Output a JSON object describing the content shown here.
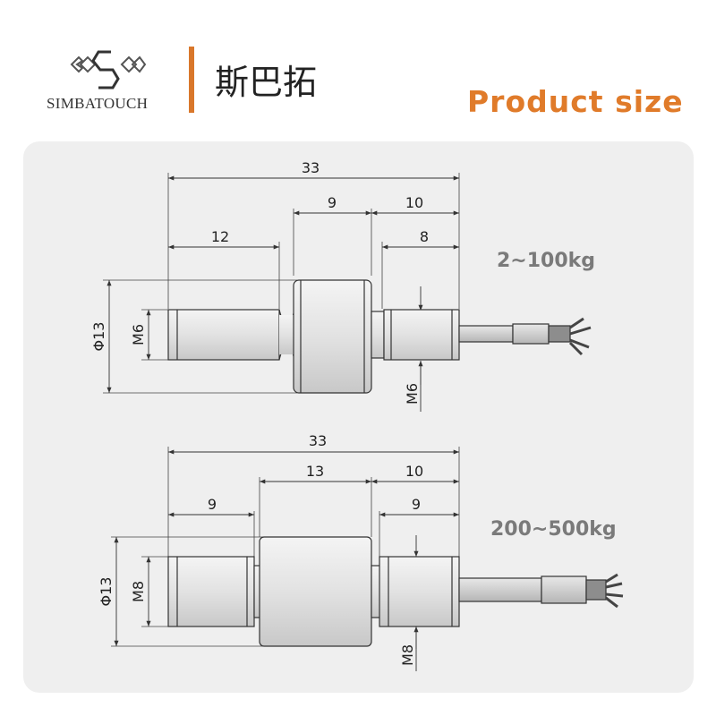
{
  "brand": {
    "name": "SIMBATOUCH",
    "chinese_title": "斯巴拓",
    "accent_color": "#e07b2a"
  },
  "heading": "Product size",
  "drawings": [
    {
      "range": "2~100kg",
      "dims": {
        "total": "33",
        "body": "9",
        "right": "10",
        "left_thread": "12",
        "right_thread": "8",
        "diameter": "Φ13",
        "left_m": "M6",
        "right_m": "M6"
      }
    },
    {
      "range": "200~500kg",
      "dims": {
        "total": "33",
        "body": "13",
        "right": "10",
        "left_thread": "9",
        "right_thread": "9",
        "diameter": "Φ13",
        "left_m": "M8",
        "right_m": "M8"
      }
    }
  ]
}
